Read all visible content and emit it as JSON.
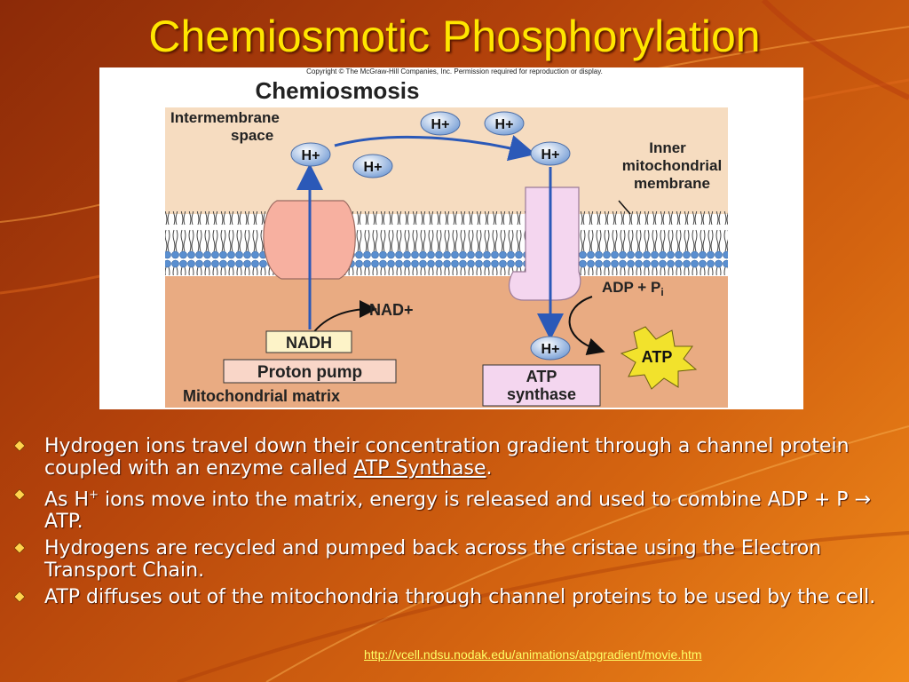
{
  "slide": {
    "title": "Chemiosmotic Phosphorylation",
    "link": "http://vcell.ndsu.nodak.edu/animations/atpgradient/movie.htm"
  },
  "figure": {
    "copyright": "Copyright © The McGraw-Hill Companies, Inc. Permission required for reproduction or display.",
    "heading": "Chemiosmosis",
    "labels": {
      "intermembrane": "Intermembrane",
      "space": "space",
      "inner": "Inner",
      "mito": "mitochondrial",
      "membrane": "membrane",
      "adp": "ADP + P",
      "adp_sub": "i",
      "nad": "NAD+",
      "nadh": "NADH",
      "atp": "ATP",
      "proton_pump": "Proton pump",
      "matrix": "Mitochondrial matrix",
      "synthase_1": "ATP",
      "synthase_2": "synthase",
      "ion": "H+"
    }
  },
  "bullets": {
    "b1": "Hydrogen ions travel down their concentration gradient through a channel protein coupled with an enzyme called ",
    "b1_link": "ATP Synthase",
    "b1_end": ".",
    "b2_a": "As H",
    "b2_sup": "+",
    "b2_b": " ions move into the matrix, energy is released and used to combine ADP + P → ATP.",
    "b3": "Hydrogens are recycled and pumped back across the cristae using the Electron Transport Chain.",
    "b4": "ATP diffuses out of the mitochondria through channel proteins to be used by the cell."
  },
  "colors": {
    "title": "#ffe600",
    "link": "#ffff66",
    "bullet": "#ffd34d"
  }
}
